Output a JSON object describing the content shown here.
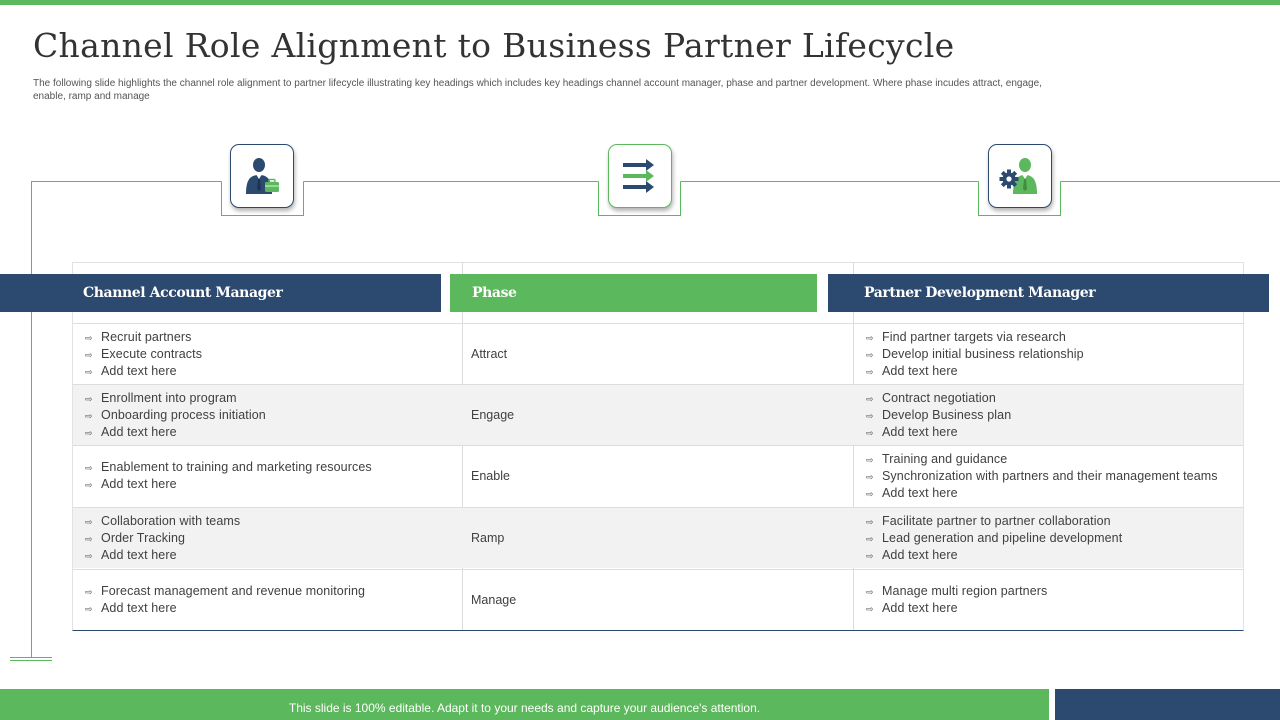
{
  "slide": {
    "title": "Channel Role Alignment to Business Partner Lifecycle",
    "description": "The following slide highlights the channel role alignment to partner lifecycle illustrating key headings which includes key headings channel account manager, phase and partner development. Where phase incudes attract, engage, enable, ramp and manage"
  },
  "icons": [
    "businessman-icon",
    "arrows-right-icon",
    "gear-person-icon"
  ],
  "colors": {
    "accent_green": "#5cb85c",
    "navy": "#2c4a70"
  },
  "columns": {
    "channel_manager": "Channel Account Manager",
    "phase": "Phase",
    "partner_dev": "Partner Development Manager"
  },
  "rows": [
    {
      "cam": [
        "Recruit partners",
        "Execute contracts",
        "Add text here"
      ],
      "phase": "Attract",
      "pdm": [
        "Find partner targets via research",
        "Develop  initial business relationship",
        "Add text here"
      ]
    },
    {
      "cam": [
        "Enrollment into program",
        "Onboarding  process initiation",
        "Add text here"
      ],
      "phase": "Engage",
      "pdm": [
        "Contract negotiation",
        "Develop Business plan",
        "Add text here"
      ]
    },
    {
      "cam": [
        "Enablement to training and marketing resources",
        "Add text here"
      ],
      "phase": "Enable",
      "pdm": [
        "Training  and guidance",
        "Synchronization with partners  and their management  teams",
        "Add text here"
      ]
    },
    {
      "cam": [
        "Collaboration  with teams",
        "Order Tracking",
        "Add text here"
      ],
      "phase": "Ramp",
      "pdm": [
        "Facilitate partner to partner collaboration",
        "Lead generation and pipeline development",
        "Add text here"
      ]
    },
    {
      "cam": [
        "Forecast management and revenue  monitoring",
        "Add text here"
      ],
      "phase": "Manage",
      "pdm": [
        "Manage multi region partners",
        "Add text here"
      ]
    }
  ],
  "footer": {
    "note": "This slide is 100% editable. Adapt it to your needs and capture your audience's attention."
  }
}
